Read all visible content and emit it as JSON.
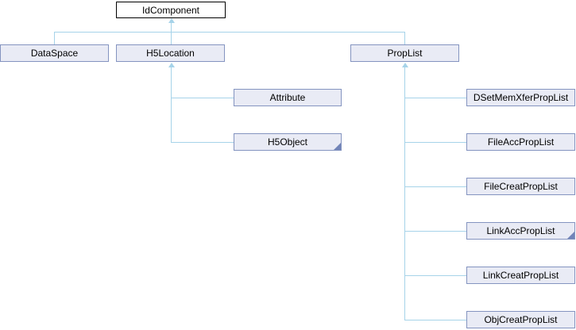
{
  "diagram": {
    "kind": "class-inheritance-graph",
    "nodes": {
      "idcomponent": {
        "label": "IdComponent",
        "root": true
      },
      "dataspace": {
        "label": "DataSpace"
      },
      "h5location": {
        "label": "H5Location"
      },
      "proplist": {
        "label": "PropList"
      },
      "attribute": {
        "label": "Attribute"
      },
      "h5object": {
        "label": "H5Object",
        "has_hidden_subclasses": true
      },
      "dsetmemxferproplist": {
        "label": "DSetMemXferPropList"
      },
      "fileaccproplist": {
        "label": "FileAccPropList"
      },
      "filecreatproplist": {
        "label": "FileCreatPropList"
      },
      "linkaccproplist": {
        "label": "LinkAccPropList",
        "has_hidden_subclasses": true
      },
      "linkcreatproplist": {
        "label": "LinkCreatPropList"
      },
      "objcreatproplist": {
        "label": "ObjCreatPropList"
      }
    },
    "edges": [
      {
        "from": "DataSpace",
        "to": "IdComponent"
      },
      {
        "from": "H5Location",
        "to": "IdComponent"
      },
      {
        "from": "PropList",
        "to": "IdComponent"
      },
      {
        "from": "Attribute",
        "to": "H5Location"
      },
      {
        "from": "H5Object",
        "to": "H5Location"
      },
      {
        "from": "DSetMemXferPropList",
        "to": "PropList"
      },
      {
        "from": "FileAccPropList",
        "to": "PropList"
      },
      {
        "from": "FileCreatPropList",
        "to": "PropList"
      },
      {
        "from": "LinkAccPropList",
        "to": "PropList"
      },
      {
        "from": "LinkCreatPropList",
        "to": "PropList"
      },
      {
        "from": "ObjCreatPropList",
        "to": "PropList"
      }
    ],
    "colors": {
      "root_node_fill": "#ffffff",
      "root_node_border": "#000000",
      "node_fill": "#e9ebf5",
      "node_border": "#8494c0",
      "edge_line": "#a6d3e9",
      "fold_corner": "#7284b8",
      "text": "#000000"
    }
  }
}
